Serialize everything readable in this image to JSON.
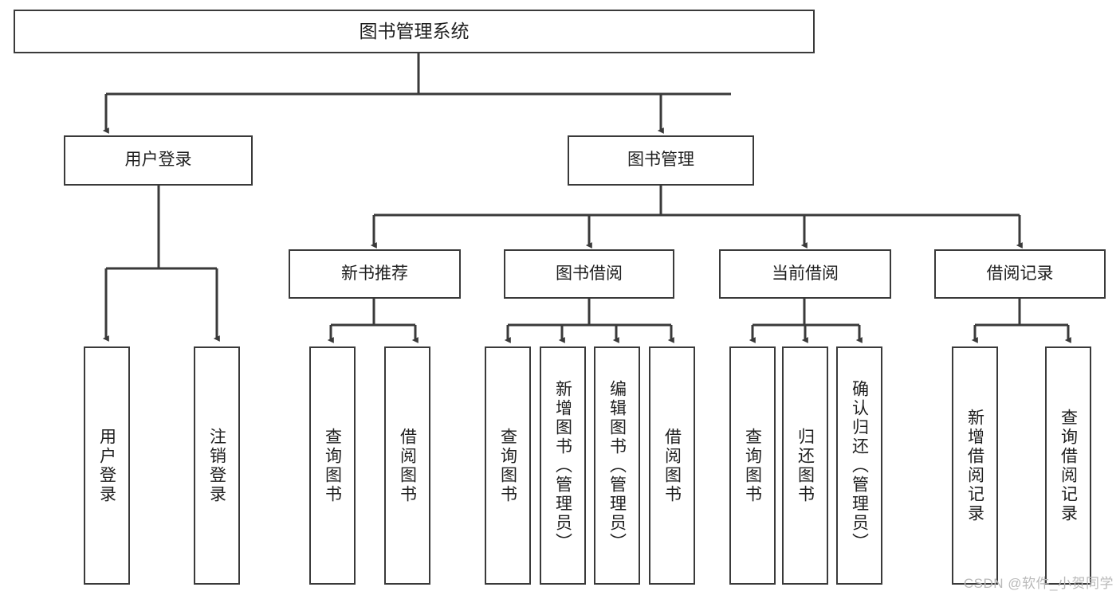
{
  "diagram": {
    "title": "图书管理系统",
    "type": "tree-hierarchy",
    "watermark": "CSDN @软件_小贺同学",
    "colors": {
      "stroke": "#3a3a3a",
      "fill": "#ffffff",
      "text": "#1f1f1f",
      "watermark": "#b9b9b9"
    },
    "root": {
      "label": "图书管理系统"
    },
    "level1": [
      {
        "label": "用户登录"
      },
      {
        "label": "图书管理"
      }
    ],
    "level2": [
      {
        "label": "新书推荐"
      },
      {
        "label": "图书借阅"
      },
      {
        "label": "当前借阅"
      },
      {
        "label": "借阅记录"
      }
    ],
    "leaves": {
      "user_login": [
        {
          "label": "用户登录"
        },
        {
          "label": "注销登录"
        }
      ],
      "new_book": [
        {
          "label": "查询图书"
        },
        {
          "label": "借阅图书"
        }
      ],
      "book_borrow": [
        {
          "label": "查询图书"
        },
        {
          "label": "新增图书（管理员）"
        },
        {
          "label": "编辑图书（管理员）"
        },
        {
          "label": "借阅图书"
        }
      ],
      "current_borrow": [
        {
          "label": "查询图书"
        },
        {
          "label": "归还图书"
        },
        {
          "label": "确认归还（管理员）"
        }
      ],
      "borrow_record": [
        {
          "label": "新增借阅记录"
        },
        {
          "label": "查询借阅记录"
        }
      ]
    }
  }
}
